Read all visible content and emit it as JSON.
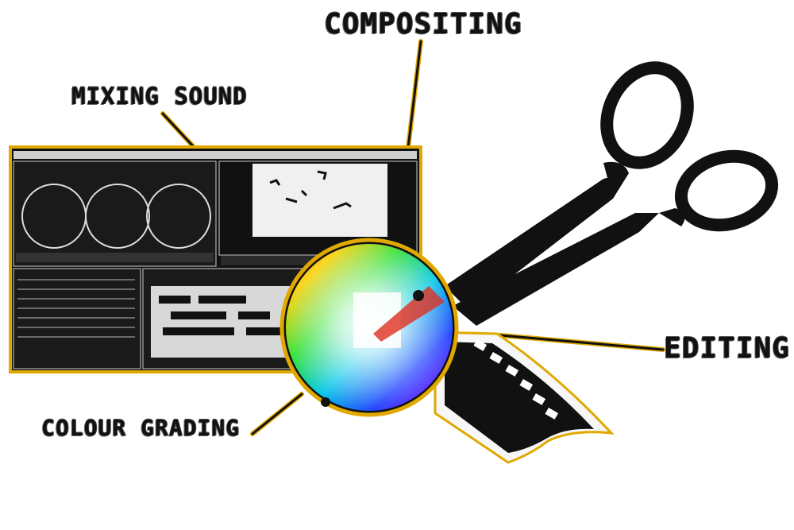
{
  "labels": {
    "compositing": "COMPOSITING",
    "mixing_sound": "MIXING SOUND",
    "editing": "EDITING",
    "colour_grading": "COLOUR GRADING"
  },
  "colors": {
    "outline_accent": "#e0a800",
    "ink": "#111111",
    "screen_bg": "#f0f0f0"
  },
  "icons": [
    "scissors-icon",
    "film-strip-icon",
    "colour-wheel-icon",
    "editor-screenshot"
  ]
}
